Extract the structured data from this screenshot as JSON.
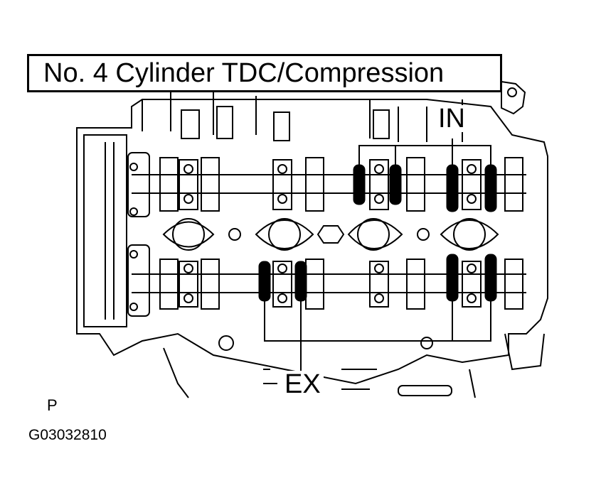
{
  "title": "No. 4 Cylinder TDC/Compression",
  "labels": {
    "intake": "IN",
    "exhaust": "EX",
    "view_marker": "P",
    "figure_code": "G03032810"
  },
  "highlighted_lobes": {
    "intake_count": 4,
    "exhaust_count": 4
  },
  "colors": {
    "line": "#000000",
    "background": "#ffffff",
    "highlight": "#000000"
  }
}
